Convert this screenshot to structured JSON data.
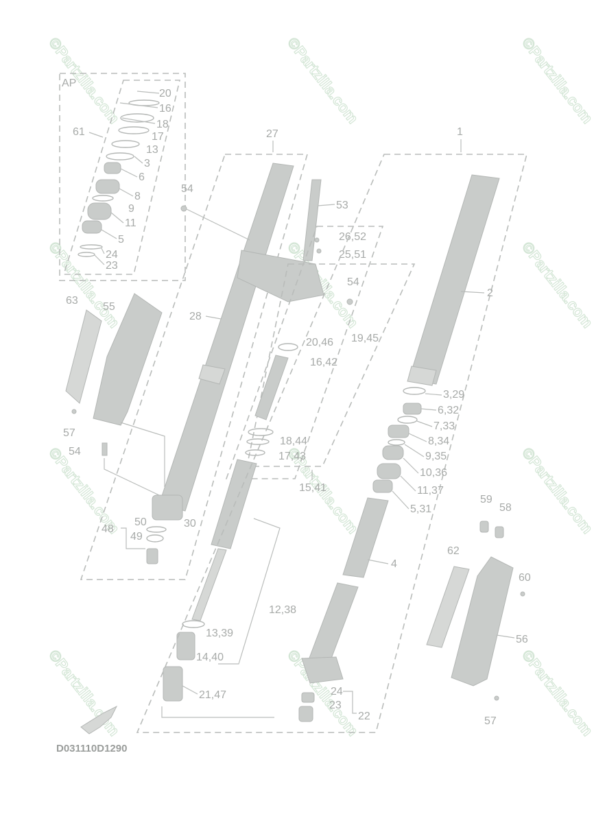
{
  "diagram_code": "D031110D1290",
  "watermark": "©Partzilla.com",
  "accent_color": "#c9ccca",
  "labels": {
    "ap": "AP",
    "l1": "1",
    "l2": "2",
    "l4": "4",
    "l5_31": "5,31",
    "l6_32": "6,32",
    "l7_33": "7,33",
    "l8_34": "8,34",
    "l9_35": "9,35",
    "l10_36": "10,36",
    "l11_37": "11,37",
    "l3_29": "3,29",
    "l12_38": "12,38",
    "l13_39": "13,39",
    "l14_40": "14,40",
    "l15_41": "15,41",
    "l16_42": "16,42",
    "l17_43": "17,43",
    "l18_44": "18,44",
    "l19_45": "19,45",
    "l20_46": "20,46",
    "l21_47": "21,47",
    "l22": "22",
    "l23": "23",
    "l24": "24",
    "l25_51": "25,51",
    "l26_52": "26,52",
    "l27": "27",
    "l28": "28",
    "l30": "30",
    "l48": "48",
    "l49": "49",
    "l50": "50",
    "l53": "53",
    "l54a": "54",
    "l54b": "54",
    "l54c": "54",
    "l55": "55",
    "l56": "56",
    "l57a": "57",
    "l57b": "57",
    "l58": "58",
    "l59": "59",
    "l60": "60",
    "l61": "61",
    "l62": "62",
    "l63": "63",
    "ap20": "20",
    "ap16": "16",
    "ap18": "18",
    "ap17": "17",
    "ap13": "13",
    "ap3": "3",
    "ap6": "6",
    "ap8": "8",
    "ap9": "9",
    "ap11": "11",
    "ap5": "5",
    "ap24": "24",
    "ap23": "23"
  }
}
